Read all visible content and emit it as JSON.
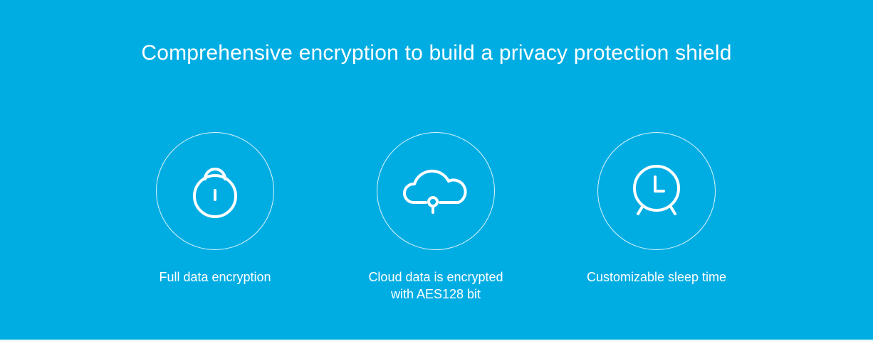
{
  "title": "Comprehensive encryption to build a privacy protection shield",
  "features": [
    {
      "icon": "lock-icon",
      "label": "Full data encryption"
    },
    {
      "icon": "cloud-lock-icon",
      "label": "Cloud data is encrypted\nwith AES128 bit"
    },
    {
      "icon": "alarm-clock-icon",
      "label": "Customizable sleep time"
    }
  ],
  "colors": {
    "background": "#00ade3",
    "foreground": "#ffffff"
  }
}
